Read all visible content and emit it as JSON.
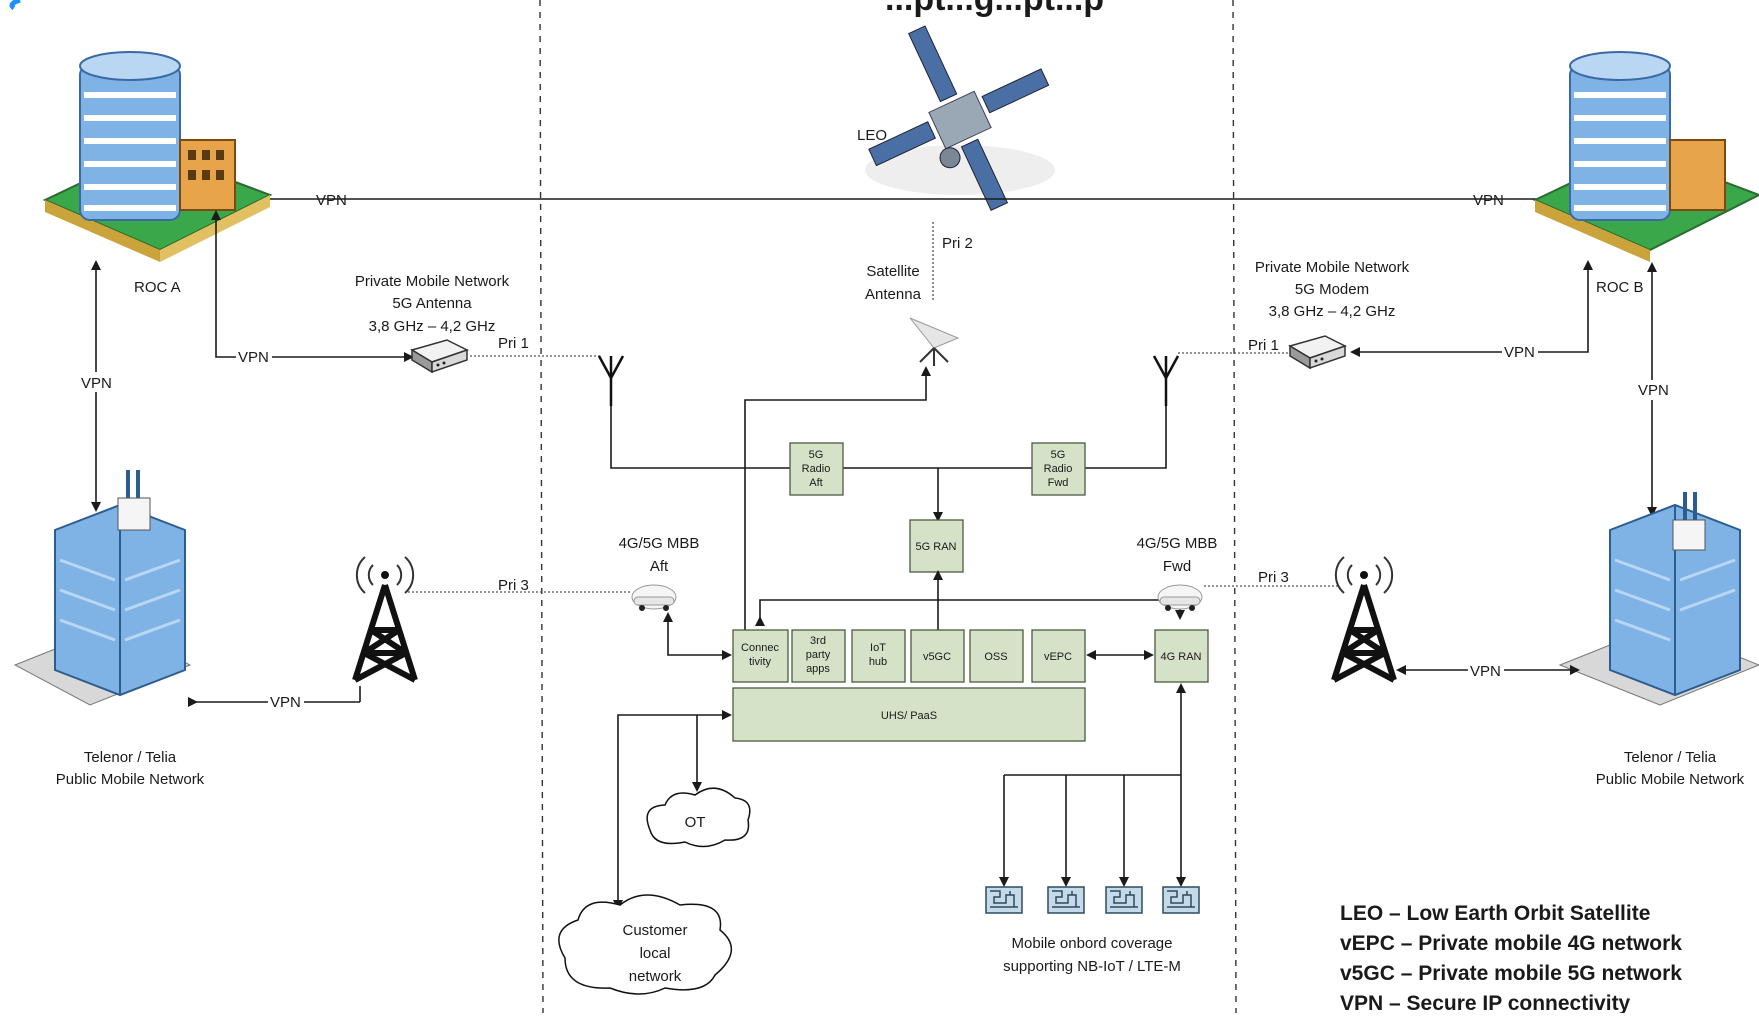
{
  "header": {
    "partial_title": "...pt...g...pt...p"
  },
  "labels": {
    "leo": "LEO",
    "pri2": "Pri 2",
    "sat_antenna_1": "Satellite",
    "sat_antenna_2": "Antenna",
    "roc_a": "ROC A",
    "roc_b": "ROC B",
    "vpn": "VPN",
    "pmn_left": [
      "Private Mobile Network",
      "5G Antenna",
      "3,8 GHz – 4,2 GHz"
    ],
    "pmn_right": [
      "Private Mobile Network",
      "5G Modem",
      "3,8 GHz – 4,2 GHz"
    ],
    "pri1": "Pri 1",
    "pri3": "Pri 3",
    "mbb_aft": [
      "4G/5G MBB",
      "Aft"
    ],
    "mbb_fwd": [
      "4G/5G MBB",
      "Fwd"
    ],
    "telenor_left": [
      "Telenor / Telia",
      "Public Mobile Network"
    ],
    "telenor_right": [
      "Telenor / Telia",
      "Public Mobile Network"
    ],
    "ot": "OT",
    "customer": [
      "Customer",
      "local",
      "network"
    ],
    "mobile_coverage": [
      "Mobile onbord coverage",
      "supporting NB-IoT / LTE-M"
    ]
  },
  "boxes": {
    "radio_aft": [
      "5G",
      "Radio",
      "Aft"
    ],
    "radio_fwd": [
      "5G",
      "Radio",
      "Fwd"
    ],
    "ran5g": "5G RAN",
    "connectivity": [
      "Connec",
      "tivity"
    ],
    "third_party": [
      "3rd",
      "party",
      "apps"
    ],
    "iot_hub": [
      "IoT",
      "hub"
    ],
    "v5gc": "v5GC",
    "oss": "OSS",
    "vepc": "vEPC",
    "ran4g": "4G RAN",
    "uhs": "UHS/ PaaS"
  },
  "legend": [
    "LEO – Low Earth Orbit Satellite",
    "vEPC – Private mobile 4G network",
    "v5GC – Private mobile 5G network",
    "VPN – Secure IP connectivity"
  ],
  "colors": {
    "box_fill": "#d6e2c8",
    "building_blue": "#7fb3e6",
    "ground_green": "#3aa84a"
  }
}
